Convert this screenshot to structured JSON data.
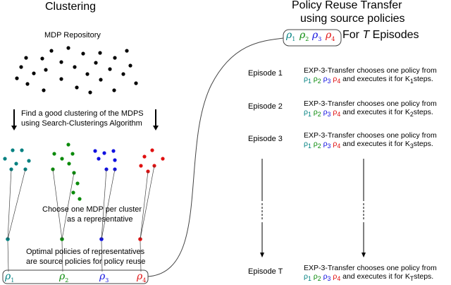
{
  "left": {
    "title": "Clustering",
    "repository_label": "MDP Repository",
    "clustering_text": [
      "Find a good clustering of the MDPS",
      "using Search-Clusterings Algorithm"
    ],
    "choose_text": [
      "Choose one MDP per cluster",
      "as a representative"
    ],
    "optimal_text": [
      "Optimal policies of representatives",
      "are source policies for policy reuse"
    ]
  },
  "right": {
    "title": [
      "Policy Reuse Transfer",
      "using source policies"
    ],
    "for_text_pre": "For ",
    "for_text_var": "T",
    "for_text_post": " Episodes",
    "episodes": [
      {
        "label": "Episode 1",
        "line1": "EXP-3-Transfer chooses one policy from",
        "line2_pre": " and executes it for K",
        "k_sub": "1",
        "line2_post": "steps."
      },
      {
        "label": "Episode 2",
        "line1": "EXP-3-Transfer chooses one policy from",
        "line2_pre": " and executes it for K",
        "k_sub": "2",
        "line2_post": "steps."
      },
      {
        "label": "Episode 3",
        "line1": "EXP-3-Transfer chooses one policy from",
        "line2_pre": " and executes it for K",
        "k_sub": "3",
        "line2_post": "steps."
      },
      {
        "label": "Episode T",
        "line1": "EXP-3-Transfer chooses one policy from",
        "line2_pre": " and executes it for K",
        "k_sub": "T",
        "line2_post": "steps."
      }
    ]
  },
  "policies": [
    {
      "symbol": "ρ",
      "sub": "1",
      "color": "#008080"
    },
    {
      "symbol": "ρ",
      "sub": "2",
      "color": "#0a8a0a"
    },
    {
      "symbol": "ρ",
      "sub": "3",
      "color": "#1010e0"
    },
    {
      "symbol": "ρ",
      "sub": "4",
      "color": "#e01010"
    }
  ],
  "colors": {
    "repository_dots": "#000000",
    "cluster1": "#008080",
    "cluster2": "#0a8a0a",
    "cluster3": "#1010e0",
    "cluster4": "#e01010"
  }
}
